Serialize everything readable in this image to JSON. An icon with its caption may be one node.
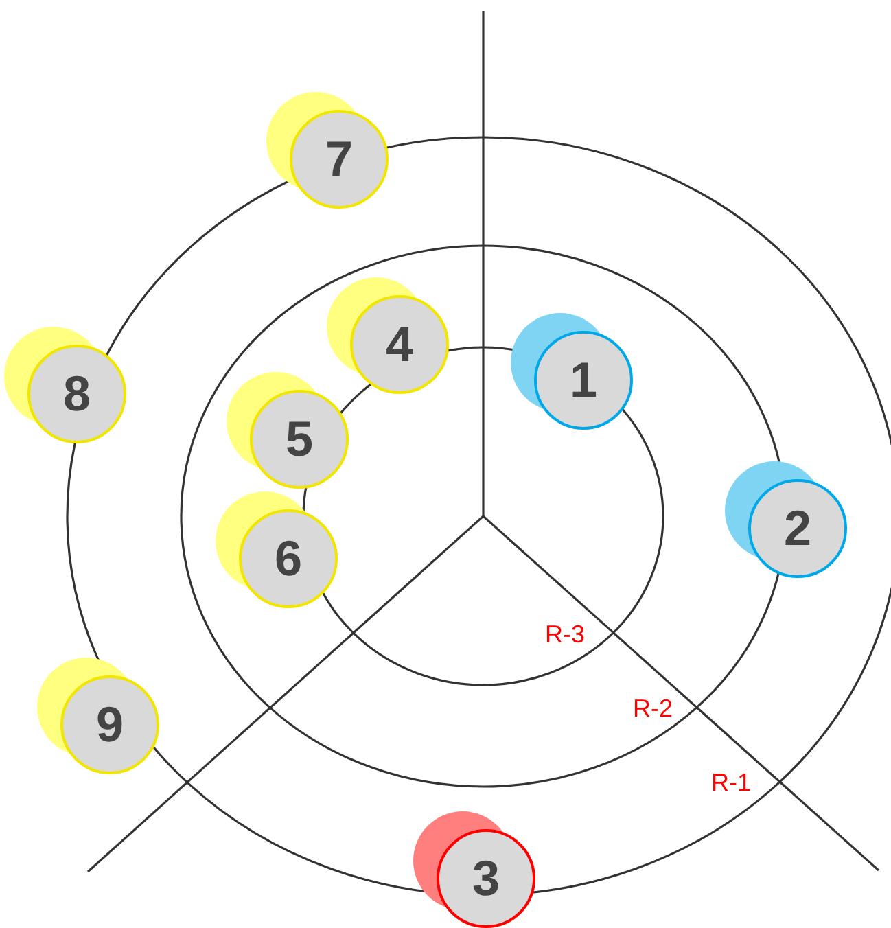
{
  "diagram": {
    "nodes": [
      {
        "text": [
          "1"
        ]
      },
      {
        "text": [
          "2"
        ]
      },
      {
        "text": [
          "3"
        ]
      },
      {
        "text": [
          "4"
        ]
      },
      {
        "text": [
          "5"
        ]
      },
      {
        "text": [
          "6"
        ]
      },
      {
        "text": [
          "7"
        ]
      },
      {
        "text": [
          "8"
        ]
      },
      {
        "text": [
          "9"
        ]
      }
    ],
    "labels": [
      "R-3",
      "R-2",
      "R-1"
    ]
  }
}
